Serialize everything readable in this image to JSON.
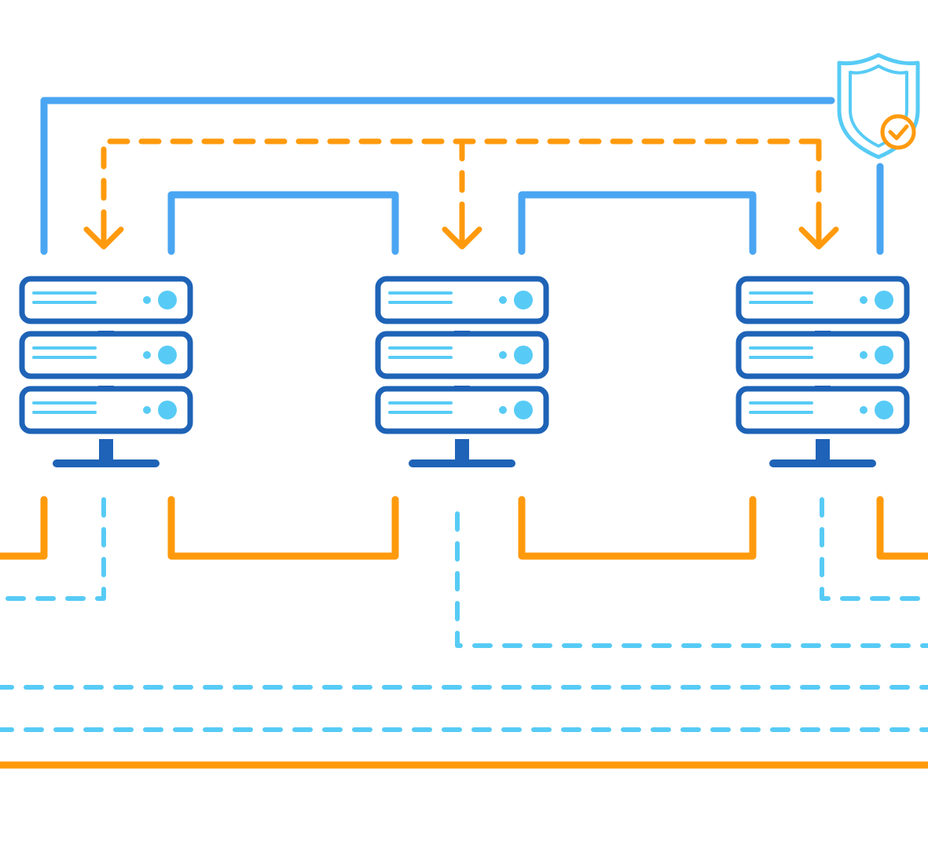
{
  "colors": {
    "blue_line": "#4aa6f2",
    "orange": "#ff9a0d",
    "light_blue": "#57cbf5",
    "server_stroke": "#1e63b7",
    "server_fill": "#ffffff",
    "shield": "#57cbf5",
    "background": "#ffffff"
  },
  "icons": {
    "server": "server-rack-icon",
    "shield": "shield-check-icon",
    "arrow": "arrow-down-icon"
  },
  "servers": [
    {
      "name": "server-left",
      "units": 3
    },
    {
      "name": "server-center",
      "units": 3
    },
    {
      "name": "server-right",
      "units": 3
    }
  ]
}
